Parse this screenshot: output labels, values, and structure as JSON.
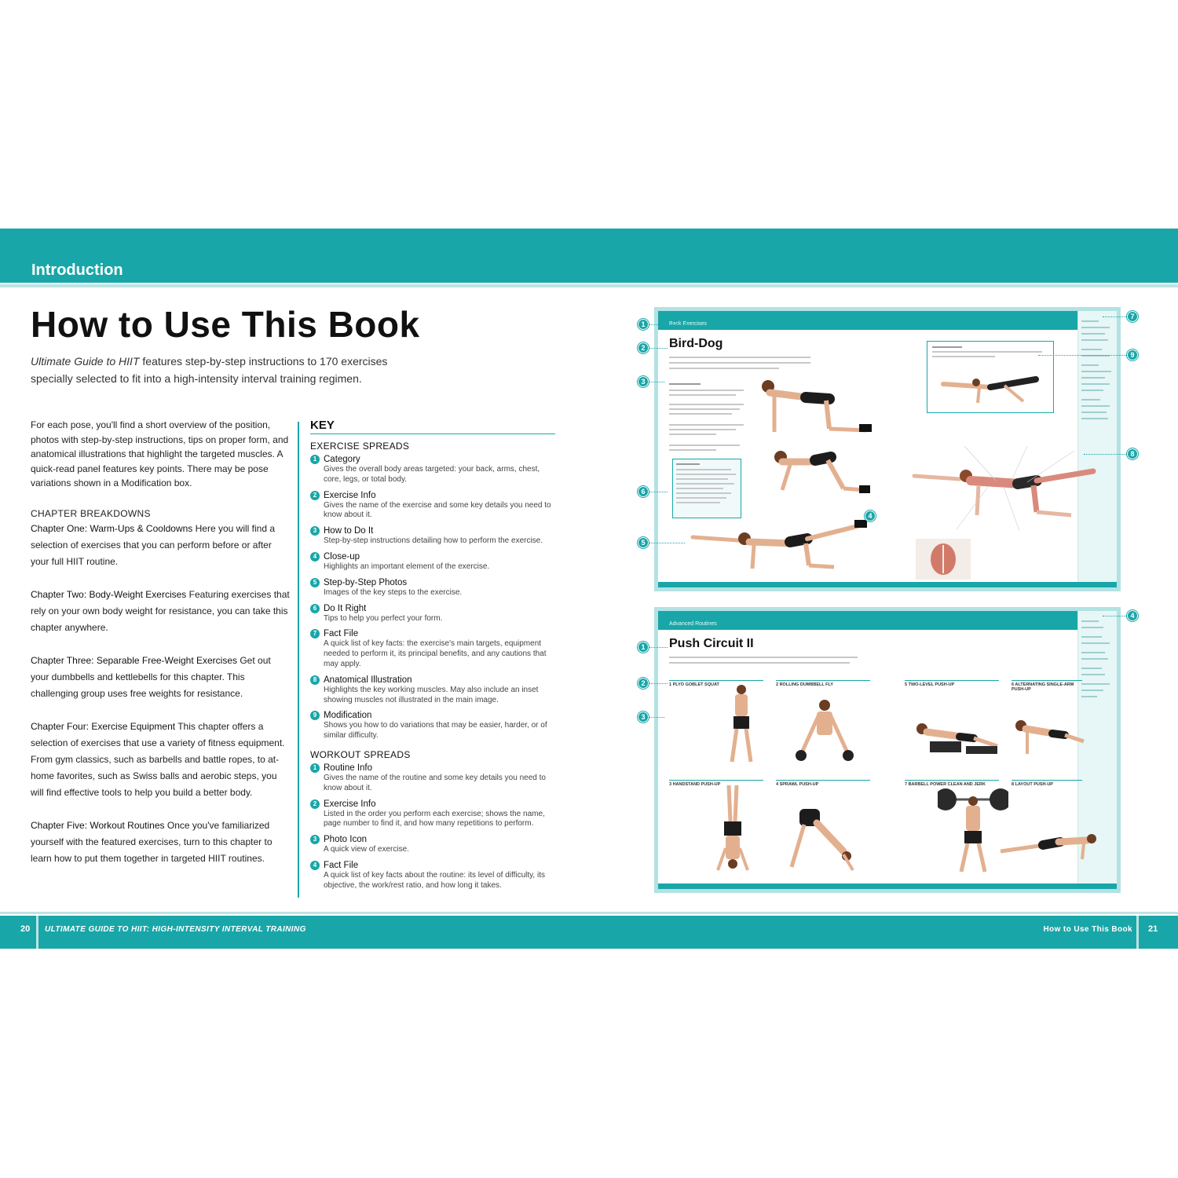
{
  "header": {
    "section": "Introduction"
  },
  "title": "How to Use This Book",
  "intro": {
    "book_title": "Ultimate Guide to HIIT",
    "text": " features step-by-step instructions to 170 exercises specially selected to fit into a high-intensity interval training regimen."
  },
  "overview": "For each pose, you'll find a short overview of the position, photos with step-by-step instructions, tips on proper form, and anatomical illustrations that highlight the targeted muscles. A quick-read panel features key points. There may be pose variations shown in a Modification box.",
  "breakdowns": {
    "heading": "CHAPTER BREAKDOWNS",
    "chapters": [
      {
        "title": "Chapter One: Warm-Ups & Cooldowns",
        "text": " Here you will find a selection of exercises that you can perform before or after your full HIIT routine."
      },
      {
        "title": "Chapter Two: Body-Weight Exercises",
        "text": " Featuring exercises that rely on your own body weight for resistance, you can take this chapter anywhere."
      },
      {
        "title": "Chapter Three: Separable Free-Weight Exercises",
        "text": " Get out your dumbbells and kettlebells for this chapter. This challenging group uses free weights for resistance."
      },
      {
        "title": "Chapter Four: Exercise Equipment",
        "text": " This chapter offers a selection of exercises that use a variety of fitness equipment. From gym classics, such as barbells and battle ropes, to at-home favorites, such as Swiss balls and aerobic steps, you will find effective tools to help you build a better body."
      },
      {
        "title": "Chapter Five: Workout Routines",
        "text": " Once you've familiarized yourself with the featured exercises, turn to this chapter to learn how to put them together in targeted HIIT routines."
      }
    ]
  },
  "key": {
    "title": "KEY",
    "exercise_spreads": {
      "heading": "EXERCISE SPREADS",
      "items": [
        {
          "n": "1",
          "label": "Category",
          "desc": "Gives the overall body areas targeted: your back, arms, chest, core, legs, or total body."
        },
        {
          "n": "2",
          "label": "Exercise Info",
          "desc": "Gives the name of the exercise and some key details you need to know about it."
        },
        {
          "n": "3",
          "label": "How to Do It",
          "desc": "Step-by-step instructions detailing how to perform the exercise."
        },
        {
          "n": "4",
          "label": "Close-up",
          "desc": "Highlights an important element of the exercise."
        },
        {
          "n": "5",
          "label": "Step-by-Step Photos",
          "desc": "Images of the key steps to the exercise."
        },
        {
          "n": "6",
          "label": "Do It Right",
          "desc": "Tips to help you perfect your form."
        },
        {
          "n": "7",
          "label": "Fact File",
          "desc": "A quick list of key facts: the exercise's main targets, equipment needed to perform it, its principal benefits, and any cautions that may apply."
        },
        {
          "n": "8",
          "label": "Anatomical Illustration",
          "desc": "Highlights the key working muscles. May also include an inset showing muscles not illustrated in the main image."
        },
        {
          "n": "9",
          "label": "Modification",
          "desc": "Shows you how to do variations that may be easier, harder, or of similar difficulty."
        }
      ]
    },
    "workout_spreads": {
      "heading": "WORKOUT SPREADS",
      "items": [
        {
          "n": "1",
          "label": "Routine Info",
          "desc": "Gives the name of the routine and some key details you need to know about it."
        },
        {
          "n": "2",
          "label": "Exercise Info",
          "desc": "Listed in the order you perform each exercise; shows the name, page number to find it, and how many repetitions to perform."
        },
        {
          "n": "3",
          "label": "Photo Icon",
          "desc": "A quick view of exercise."
        },
        {
          "n": "4",
          "label": "Fact File",
          "desc": "A quick list of key facts about the routine: its level of difficulty, its objective, the work/rest ratio, and how long it takes."
        }
      ]
    }
  },
  "sample_exercise": {
    "category": "Back Exercises",
    "title": "Bird-Dog"
  },
  "sample_routine": {
    "category": "Advanced Routines",
    "title": "Push Circuit II",
    "steps": [
      "1 PLYO GOBLET SQUAT",
      "2 ROLLING DUMBBELL FLY",
      "5 TWO-LEVEL PUSH-UP",
      "6 ALTERNATING SINGLE-ARM PUSH-UP",
      "3 HANDSTAND PUSH-UP",
      "4 SPRAWL PUSH-UP",
      "7 BARBELL POWER CLEAN AND JERK",
      "8 LAYOUT PUSH-UP"
    ]
  },
  "callouts": {
    "exercise": [
      "1",
      "2",
      "3",
      "4",
      "5",
      "6",
      "7",
      "8",
      "9"
    ],
    "routine": [
      "1",
      "2",
      "3",
      "4"
    ]
  },
  "footer": {
    "left_page": "20",
    "left_running": "ULTIMATE GUIDE TO HIIT: HIGH-INTENSITY INTERVAL TRAINING",
    "right_running": "How to Use This Book",
    "right_page": "21"
  },
  "colors": {
    "teal": "#19a6a8",
    "teal_light": "#bde3e4",
    "text": "#222222"
  }
}
